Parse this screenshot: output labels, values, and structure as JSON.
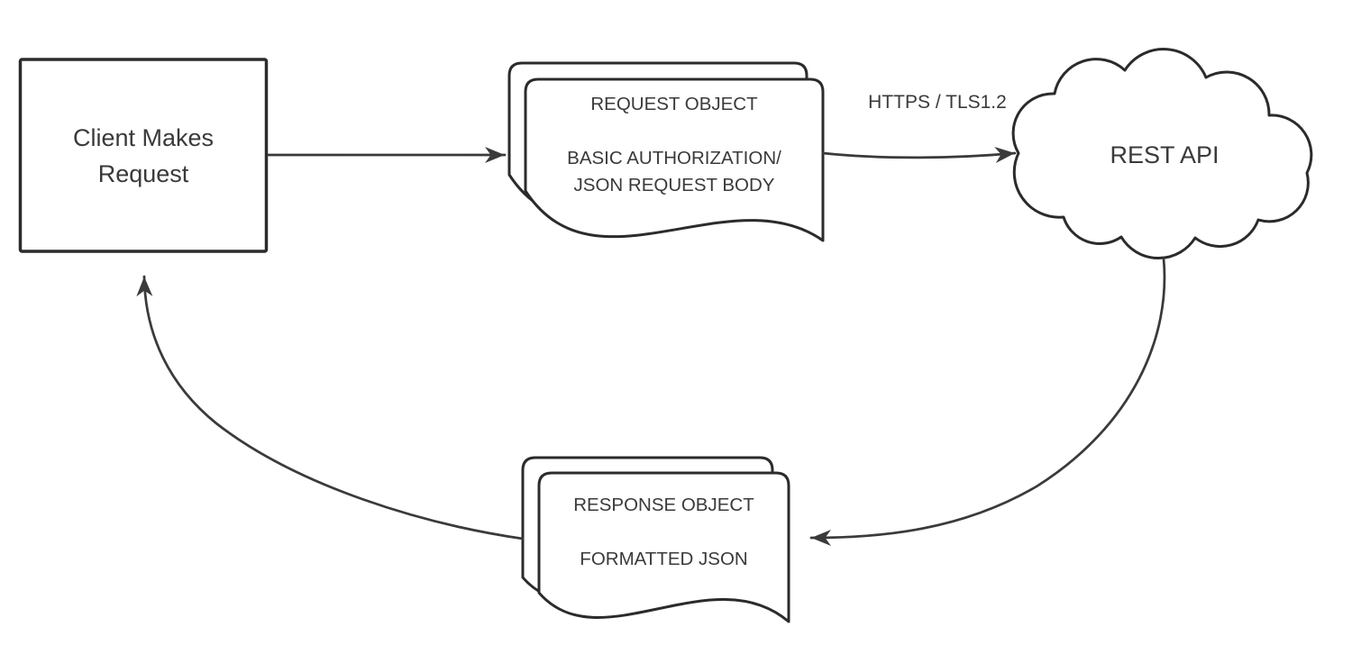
{
  "colors": {
    "stroke": "#2b2b2b",
    "arrow": "#3a3a3a",
    "text": "#3a3a3a",
    "bg": "#ffffff",
    "fill": "#ffffff"
  },
  "client": {
    "label": "Client Makes Request"
  },
  "request_document": {
    "title": "REQUEST OBJECT",
    "lines": [
      "BASIC AUTHORIZATION/",
      "JSON REQUEST BODY"
    ]
  },
  "connection": {
    "label": "HTTPS / TLS1.2"
  },
  "api_cloud": {
    "label": "REST API"
  },
  "response_document": {
    "title": "RESPONSE OBJECT",
    "lines": [
      "FORMATTED JSON"
    ]
  }
}
